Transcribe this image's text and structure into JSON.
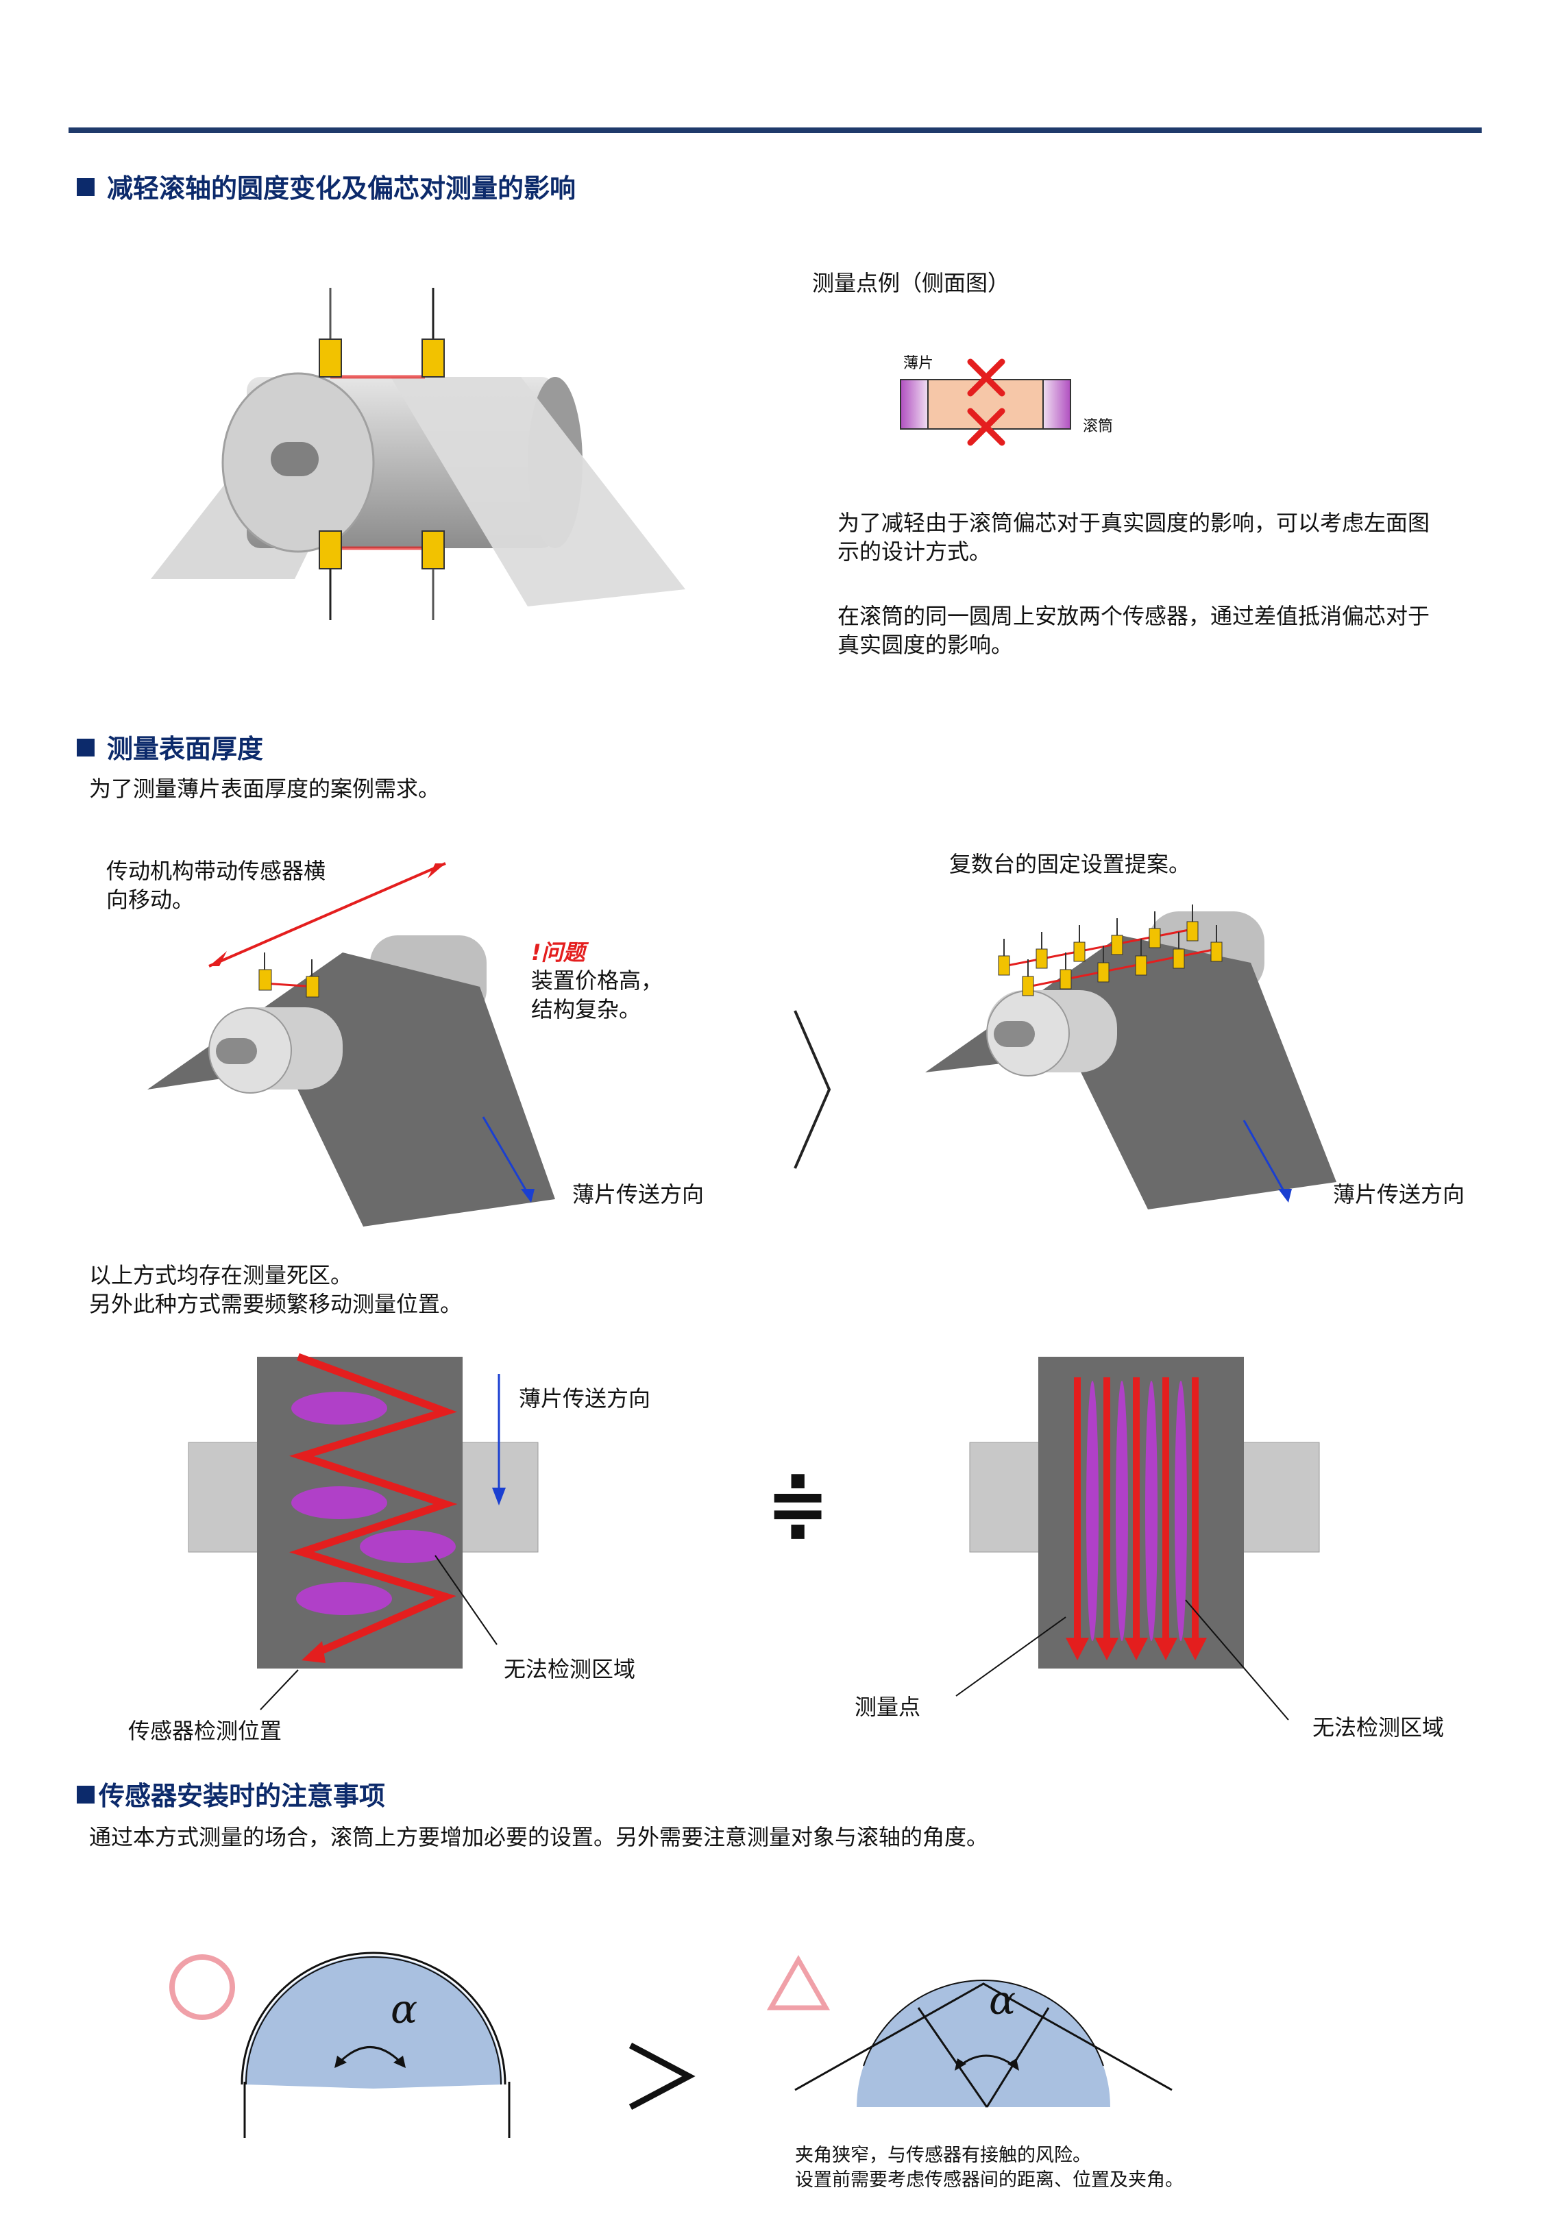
{
  "section1": {
    "title": "减轻滚轴的圆度变化及偏芯对测量的影响",
    "example_caption": "测量点例（侧面图）",
    "label_sheet": "薄片",
    "label_roller": "滚筒",
    "para1_line1": "为了减轻由于滚筒偏芯对于真实圆度的影响，可以考虑左面图",
    "para1_line2": "示的设计方式。",
    "para2_line1": "在滚筒的同一圆周上安放两个传感器，通过差值抵消偏芯对于",
    "para2_line2": "真实圆度的影响。"
  },
  "section2": {
    "title": "测量表面厚度",
    "subtitle": "为了测量薄片表面厚度的案例需求。",
    "left_caption_line1": "传动机构带动传感器横",
    "left_caption_line2": "向移动。",
    "problem_label": "!问题",
    "problem_line1": "装置价格高，",
    "problem_line2": "结构复杂。",
    "right_caption": "复数台的固定设置提案。",
    "direction_left": "薄片传送方向",
    "direction_right": "薄片传送方向",
    "note_line1": "以上方式均存在测量死区。",
    "note_line2": "另外此种方式需要频繁移动测量位置。",
    "direction_mid": "薄片传送方向",
    "undetectable_left": "无法检测区域",
    "sensor_position": "传感器检测位置",
    "approx_symbol": "≑",
    "measure_point": "测量点",
    "undetectable_right": "无法检测区域"
  },
  "section3": {
    "title": "传感器安装时的注意事项",
    "description": "通过本方式测量的场合，滚筒上方要增加必要的设置。另外需要注意测量对象与滚轴的角度。",
    "alpha_left": "α",
    "alpha_right": "α",
    "compare_symbol": ">",
    "note_line1": "夹角狭窄，与传感器有接触的风险。",
    "note_line2": "设置前需要考虑传感器间的距离、位置及夹角。"
  },
  "colors": {
    "heading": "#0c2a6b",
    "arrow_red": "#e41e1e",
    "arrow_blue": "#1a3fd1",
    "sheet_dark": "#6b6b6b",
    "roller_light": "#cfcfcf",
    "purple_zone": "#b040c8",
    "arc_fill": "#a9c0e0",
    "good_mark": "#f0a0a8",
    "warn_mark": "#f0a0a8"
  }
}
